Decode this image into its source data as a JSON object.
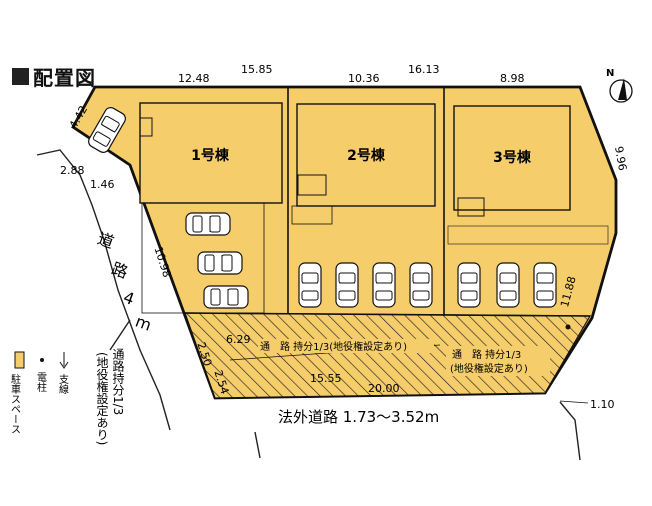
{
  "title": "配置図",
  "buildings": [
    {
      "label": "1号棟"
    },
    {
      "label": "2号棟"
    },
    {
      "label": "3号棟"
    }
  ],
  "dimensions": {
    "d1248": "12.48",
    "d1585": "15.85",
    "d1036": "10.36",
    "d1613": "16.13",
    "d898": "8.98",
    "d442": "4.42",
    "d288": "2.88",
    "d146": "1.46",
    "d996": "9.96",
    "d1098": "10.98",
    "d629": "6.29",
    "d1188": "11.88",
    "d250": "2.50",
    "d254": "2.54",
    "d1555": "15.55",
    "d2000": "20.00",
    "d110": "1.10"
  },
  "roads": {
    "left_road_chars": [
      "道",
      "路",
      "4",
      "m"
    ],
    "bottom_road": "法外道路 1.73～3.52m",
    "shared_passage_1": "通　路 持分1/3(地役権設定あり)",
    "shared_passage_2_line1": "通　路 持分1/3",
    "shared_passage_2_line2": "(地役権設定あり)",
    "vertical_passage_cols": [
      "通路持分1/3",
      "(地役権設定あり)"
    ]
  },
  "legend": {
    "parking": "駐車スペース",
    "pole": "電柱",
    "guy_wire": "支線"
  },
  "compass": {
    "label": "N"
  },
  "colors": {
    "lot_fill": "#f6cd6b",
    "outline": "#111111"
  }
}
